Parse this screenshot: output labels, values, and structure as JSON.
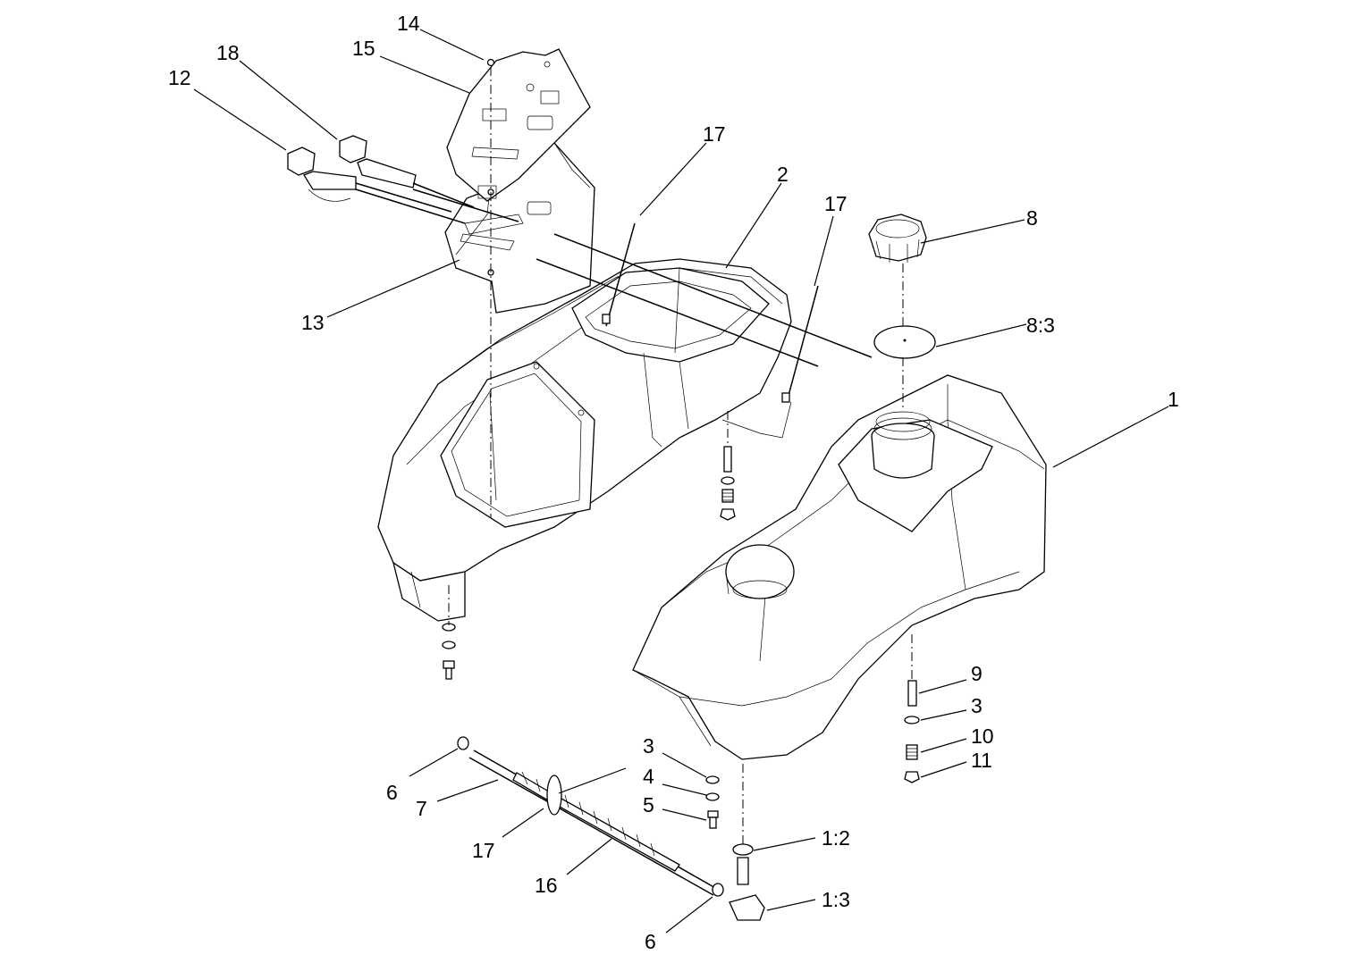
{
  "callouts": {
    "c1": "1",
    "c1_2": "1:2",
    "c1_3": "1:3",
    "c2": "2",
    "c3a": "3",
    "c3b": "3",
    "c4": "4",
    "c5": "5",
    "c6a": "6",
    "c6b": "6",
    "c7": "7",
    "c8": "8",
    "c8_3": "8:3",
    "c9": "9",
    "c10": "10",
    "c11": "11",
    "c12": "12",
    "c13": "13",
    "c14": "14",
    "c15": "15",
    "c16": "16",
    "c17a": "17",
    "c17b": "17",
    "c17c": "17",
    "c18": "18"
  }
}
